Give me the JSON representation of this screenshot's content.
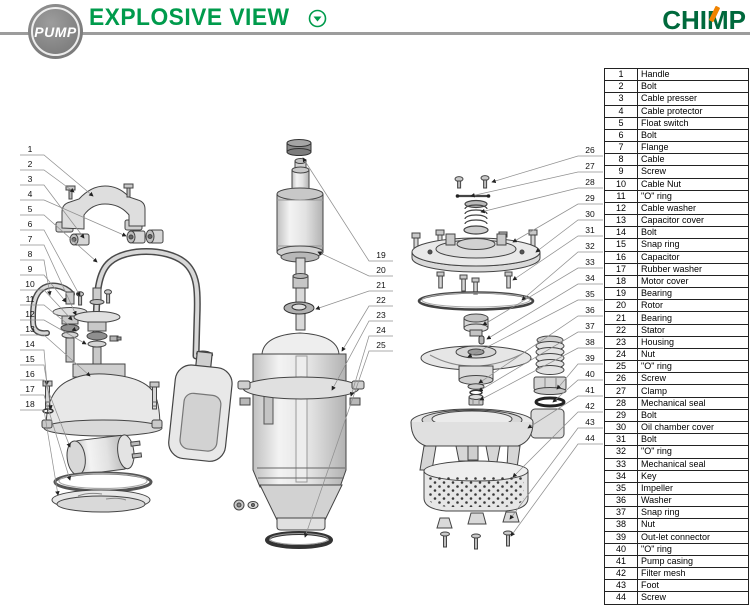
{
  "header": {
    "badge": "PUMP",
    "title": "EXPLOSIVE VIEW",
    "brand": "CHIMP"
  },
  "colors": {
    "title_green": "#009B4C",
    "brand_green": "#00693C",
    "brand_orange": "#F08300",
    "rule_gray": "#9C9C9C",
    "badge_gray": "#8A8A8A"
  },
  "parts": [
    {
      "no": "1",
      "name": "Handle"
    },
    {
      "no": "2",
      "name": "Bolt"
    },
    {
      "no": "3",
      "name": "Cable presser"
    },
    {
      "no": "4",
      "name": "Cable protector"
    },
    {
      "no": "5",
      "name": "Float switch"
    },
    {
      "no": "6",
      "name": "Bolt"
    },
    {
      "no": "7",
      "name": "Flange"
    },
    {
      "no": "8",
      "name": "Cable"
    },
    {
      "no": "9",
      "name": "Screw"
    },
    {
      "no": "10",
      "name": "Cable Nut"
    },
    {
      "no": "11",
      "name": "\"O\" ring"
    },
    {
      "no": "12",
      "name": "Cable washer"
    },
    {
      "no": "13",
      "name": "Capacitor cover"
    },
    {
      "no": "14",
      "name": "Bolt"
    },
    {
      "no": "15",
      "name": "Snap ring"
    },
    {
      "no": "16",
      "name": "Capacitor"
    },
    {
      "no": "17",
      "name": "Rubber washer"
    },
    {
      "no": "18",
      "name": "Motor cover"
    },
    {
      "no": "19",
      "name": "Bearing"
    },
    {
      "no": "20",
      "name": "Rotor"
    },
    {
      "no": "21",
      "name": "Bearing"
    },
    {
      "no": "22",
      "name": "Stator"
    },
    {
      "no": "23",
      "name": "Housing"
    },
    {
      "no": "24",
      "name": "Nut"
    },
    {
      "no": "25",
      "name": "\"O\" ring"
    },
    {
      "no": "26",
      "name": "Screw"
    },
    {
      "no": "27",
      "name": "Clamp"
    },
    {
      "no": "28",
      "name": "Mechanical seal"
    },
    {
      "no": "29",
      "name": "Bolt"
    },
    {
      "no": "30",
      "name": "Oil chamber cover"
    },
    {
      "no": "31",
      "name": "Bolt"
    },
    {
      "no": "32",
      "name": "\"O\" ring"
    },
    {
      "no": "33",
      "name": "Mechanical seal"
    },
    {
      "no": "34",
      "name": "Key"
    },
    {
      "no": "35",
      "name": "Impeller"
    },
    {
      "no": "36",
      "name": "Washer"
    },
    {
      "no": "37",
      "name": "Snap ring"
    },
    {
      "no": "38",
      "name": "Nut"
    },
    {
      "no": "39",
      "name": "Out-let connector"
    },
    {
      "no": "40",
      "name": "\"O\" ring"
    },
    {
      "no": "41",
      "name": "Pump casing"
    },
    {
      "no": "42",
      "name": "Filter mesh"
    },
    {
      "no": "43",
      "name": "Foot"
    },
    {
      "no": "44",
      "name": "Screw"
    }
  ]
}
